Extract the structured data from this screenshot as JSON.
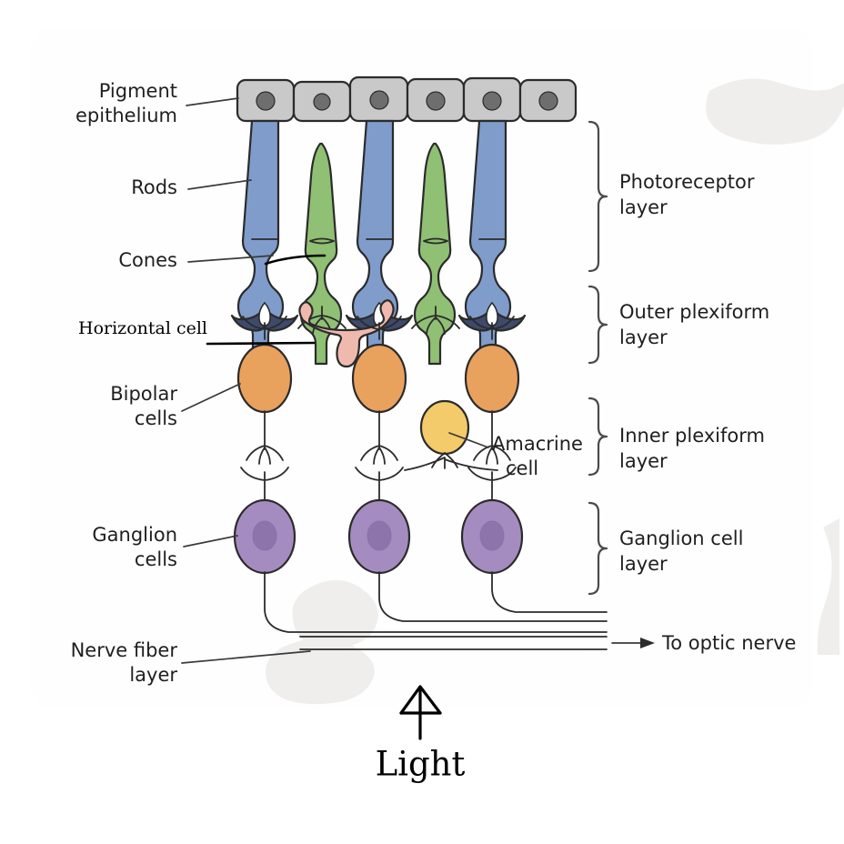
{
  "figure": {
    "title": "Cellular organization of the retina",
    "background_color": "#ffffff",
    "panel_color": "#fefefe"
  },
  "labels_left": [
    {
      "id": "pigment-epithelium",
      "line1": "Pigment",
      "line2": "epithelium",
      "style": "hand"
    },
    {
      "id": "rods",
      "line1": "Rods",
      "line2": "",
      "style": "hand"
    },
    {
      "id": "cones",
      "line1": "Cones",
      "line2": "",
      "style": "hand"
    },
    {
      "id": "horizontal-cell",
      "line1": "Horizontal cell",
      "line2": "",
      "style": "serif"
    },
    {
      "id": "bipolar-cells",
      "line1": "Bipolar",
      "line2": "cells",
      "style": "hand"
    },
    {
      "id": "ganglion-cells",
      "line1": "Ganglion",
      "line2": "cells",
      "style": "hand"
    },
    {
      "id": "nerve-fiber-layer",
      "line1": "Nerve fiber",
      "line2": "layer",
      "style": "hand"
    }
  ],
  "labels_right": [
    {
      "id": "photoreceptor-layer",
      "line1": "Photoreceptor",
      "line2": "layer"
    },
    {
      "id": "outer-plexiform-layer",
      "line1": "Outer plexiform",
      "line2": "layer"
    },
    {
      "id": "inner-plexiform-layer",
      "line1": "Inner plexiform",
      "line2": "layer"
    },
    {
      "id": "ganglion-cell-layer",
      "line1": "Ganglion cell",
      "line2": "layer"
    }
  ],
  "callouts": {
    "amacrine_line1": "Amacrine",
    "amacrine_line2": "cell",
    "optic_nerve": "To optic nerve",
    "light": "Light"
  },
  "colors": {
    "rod": "#7f9ccb",
    "rod_dark": "#5a75a8",
    "cone": "#8fc073",
    "cone_dark": "#6d9e52",
    "pigment": "#c9c9c9",
    "pigment_nucleus": "#6e6e6e",
    "bipolar": "#e9a15e",
    "horizontal": "#f0b9ad",
    "amacrine": "#f3cb6b",
    "ganglion": "#a58cc0",
    "ganglion_nucleus": "#8d74ab",
    "terminal_navy": "#3e4a6b",
    "outline": "#2b2b2b",
    "leader": "#3a3a3a",
    "smudge": "#efeeec"
  },
  "structure": {
    "pigment_cell_count": 6,
    "rod_columns": [
      1,
      3,
      5
    ],
    "cone_columns": [
      2,
      4
    ],
    "bipolar_count": 3,
    "ganglion_count": 3,
    "amacrine_count": 1,
    "horizontal_count": 1,
    "axon_bundle_count": 3
  }
}
